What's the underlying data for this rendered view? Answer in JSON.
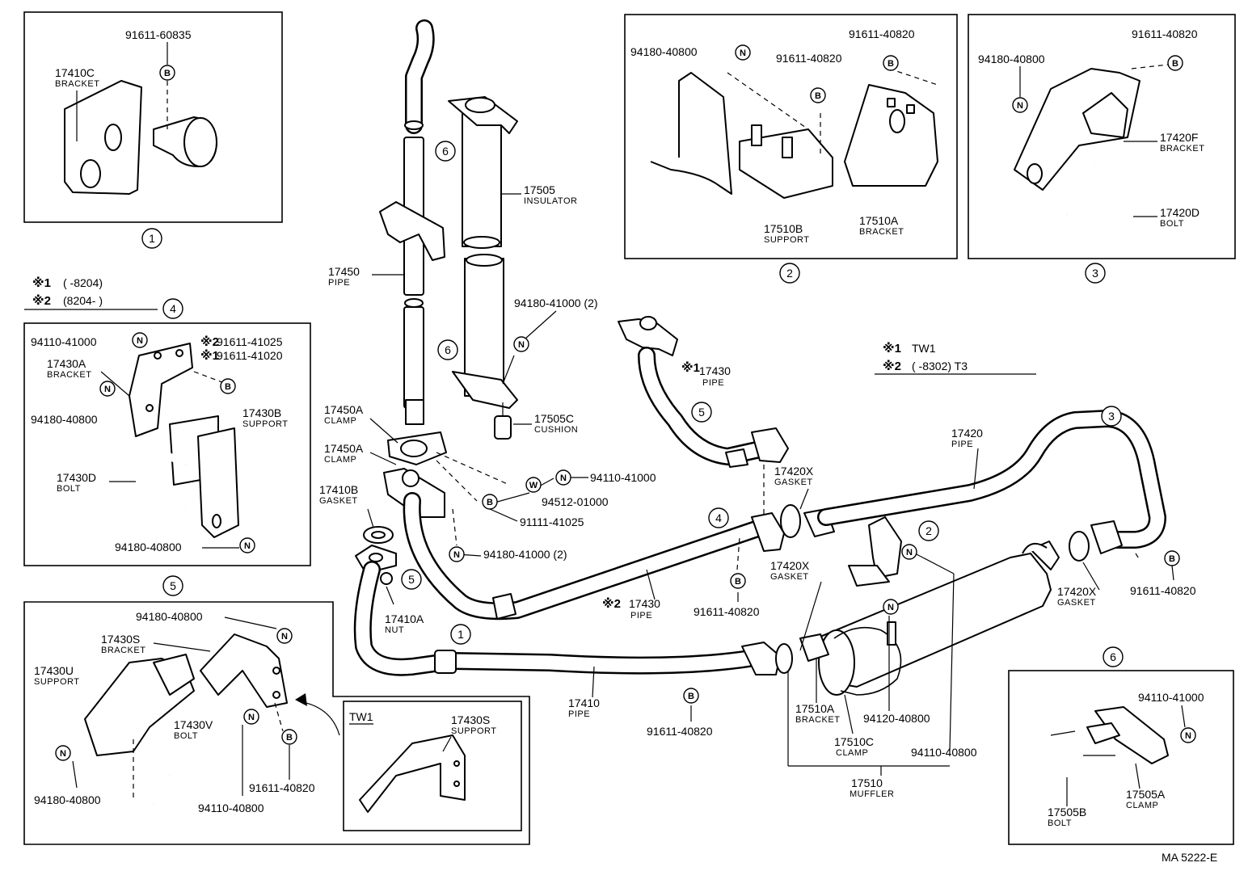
{
  "diagram_code": "MA 5222-E",
  "variant_notes": {
    "top_left": {
      "line1_mark": "※1",
      "line1_text": "(      -8204)",
      "line2_mark": "※2",
      "line2_text": "(8204-      )"
    },
    "right": {
      "line1_mark": "※1",
      "line1_text": "TW1",
      "line2_mark": "※2",
      "line2_text": "(          -8302) T3"
    }
  },
  "symbols": {
    "bolt": "B",
    "nut": "N",
    "washer": "W"
  },
  "detail_views": [
    "1",
    "2",
    "3",
    "4",
    "5",
    "6"
  ],
  "callouts": {
    "c1": "1",
    "c2": "2",
    "c3": "3",
    "c4": "4",
    "c5a": "5",
    "c5b": "5",
    "c6a": "6",
    "c6b": "6"
  },
  "labels": {
    "p91611_60835": "91611-60835",
    "p17410C": "17410C",
    "p17410C_n": "BRACKET",
    "p94180_40800_a": "94180-40800",
    "p91611_40820_a": "91611-40820",
    "p91611_40820_b": "91611-40820",
    "p17510B": "17510B",
    "p17510B_n": "SUPPORT",
    "p17510A_a": "17510A",
    "p17510A_a_n": "BRACKET",
    "p91611_40820_c": "91611-40820",
    "p94180_40800_b": "94180-40800",
    "p17420F": "17420F",
    "p17420F_n": "BRACKET",
    "p17420D": "17420D",
    "p17420D_n": "BOLT",
    "p94110_41000_a": "94110-41000",
    "p91611_41025_mk": "※2",
    "p91611_41025": "91611-41025",
    "p91611_41020_mk": "※1",
    "p91611_41020": "91611-41020",
    "p17430A": "17430A",
    "p17430A_n": "BRACKET",
    "p17430B": "17430B",
    "p17430B_n": "SUPPORT",
    "p94180_40800_c": "94180-40800",
    "p17430D": "17430D",
    "p17430D_n": "BOLT",
    "p94180_40800_d": "94180-40800",
    "p17505": "17505",
    "p17505_n": "INSULATOR",
    "p17450": "17450",
    "p17450_n": "PIPE",
    "p94180_41000_2a": "94180-41000 (2)",
    "p17430_tw_mk": "※1",
    "p17430_tw": "17430",
    "p17430_tw_n": "PIPE",
    "p17450A_a": "17450A",
    "p17450A_a_n": "CLAMP",
    "p17450A_b": "17450A",
    "p17450A_b_n": "CLAMP",
    "p17505C": "17505C",
    "p17505C_n": "CUSHION",
    "p94110_41000_b": "94110-41000",
    "p94512_01000": "94512-01000",
    "p91111_41025": "91111-41025",
    "p17410B": "17410B",
    "p17410B_n": "GASKET",
    "p94180_41000_2b": "94180-41000 (2)",
    "p17410A": "17410A",
    "p17410A_n": "NUT",
    "p17430_t3_mk": "※2",
    "p17430_t3": "17430",
    "p17430_t3_n": "PIPE",
    "p17420": "17420",
    "p17420_n": "PIPE",
    "p17420X_a": "17420X",
    "p17420X_a_n": "GASKET",
    "p17420X_b": "17420X",
    "p17420X_b_n": "GASKET",
    "p17420X_c": "17420X",
    "p17420X_c_n": "GASKET",
    "p91611_40820_d": "91611-40820",
    "p91611_40820_e": "91611-40820",
    "p91611_40820_f": "91611-40820",
    "p17410": "17410",
    "p17410_n": "PIPE",
    "p17510A_b": "17510A",
    "p17510A_b_n": "BRACKET",
    "p94120_40800": "94120-40800",
    "p17510C": "17510C",
    "p17510C_n": "CLAMP",
    "p94110_40800_a": "94110-40800",
    "p17510": "17510",
    "p17510_n": "MUFFLER",
    "p94180_40800_e": "94180-40800",
    "p17430S_a": "17430S",
    "p17430S_a_n": "BRACKET",
    "p17430U": "17430U",
    "p17430U_n": "SUPPORT",
    "p17430V": "17430V",
    "p17430V_n": "BOLT",
    "p94180_40800_f": "94180-40800",
    "p94110_40800_b": "94110-40800",
    "p91611_40820_g": "91611-40820",
    "tw1_title": "TW1",
    "p17430S_b": "17430S",
    "p17430S_b_n": "SUPPORT",
    "p94110_41000_c": "94110-41000",
    "p17505B": "17505B",
    "p17505B_n": "BOLT",
    "p17505A": "17505A",
    "p17505A_n": "CLAMP"
  }
}
